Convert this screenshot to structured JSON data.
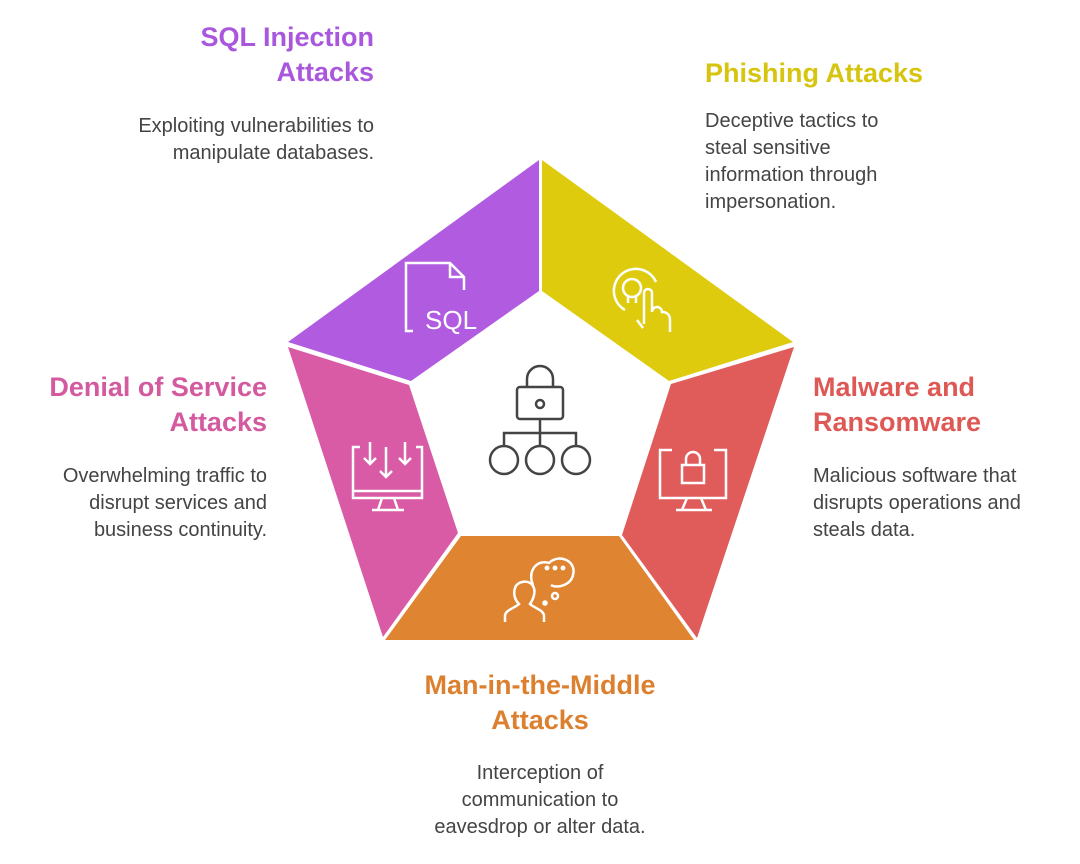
{
  "colors": {
    "sql": "#B05BE0",
    "phishing": "#DFCB0E",
    "malware": "#E05C5A",
    "mitm": "#DF8431",
    "dos": "#D95BA6"
  },
  "sections": {
    "sql": {
      "title": "SQL Injection Attacks",
      "description": "Exploiting vulnerabilities to manipulate databases.",
      "icon": "sql-file-icon"
    },
    "phishing": {
      "title": "Phishing Attacks",
      "description": "Deceptive tactics to steal sensitive information through impersonation.",
      "icon": "skull-click-icon"
    },
    "malware": {
      "title": "Malware and Ransomware",
      "description": "Malicious software that disrupts operations and steals data.",
      "icon": "locked-monitor-icon"
    },
    "mitm": {
      "title": "Man-in-the-Middle Attacks",
      "description": "Interception of communication to eavesdrop or alter data.",
      "icon": "person-thought-icon"
    },
    "dos": {
      "title": "Denial of Service Attacks",
      "description": "Overwhelming traffic to disrupt services and business continuity.",
      "icon": "monitor-download-icon"
    }
  },
  "center_icon": "lock-network-icon"
}
